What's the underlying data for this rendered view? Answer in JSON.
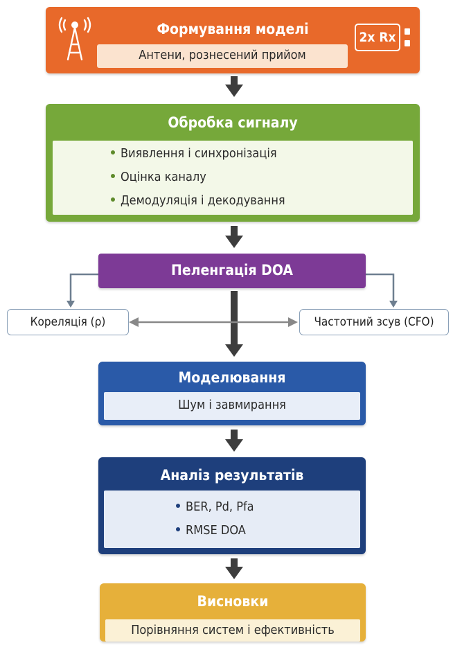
{
  "blocks": {
    "model": {
      "title": "Формування моделі",
      "subtitle": "Антени, рознесений прийом",
      "badge": "2x Rx",
      "color": "#e8692a"
    },
    "signal": {
      "title": "Обробка сигналу",
      "items": [
        "Виявлення і синхронізація",
        "Оцінка каналу",
        "Демодуляція і декодування"
      ],
      "color": "#76a83a"
    },
    "doa": {
      "title": "Пеленгація DOA",
      "left_label": "Кореляція (ρ)",
      "right_label": "Частотний зсув (CFO)",
      "color": "#7d3a96"
    },
    "simulation": {
      "title": "Моделювання",
      "subtitle": "Шум і завмирання",
      "color": "#2a5aa8"
    },
    "analysis": {
      "title": "Аналіз результатів",
      "items": [
        "BER, Pd, Pfa",
        "RMSE DOA"
      ],
      "color": "#1e3f7c"
    },
    "conclusions": {
      "title": "Висновки",
      "subtitle": "Порівняння систем і ефективність",
      "color": "#e6b03a"
    }
  },
  "icons": {
    "antenna": "antenna-tower-icon",
    "receiver": "receiver-module-icon"
  }
}
